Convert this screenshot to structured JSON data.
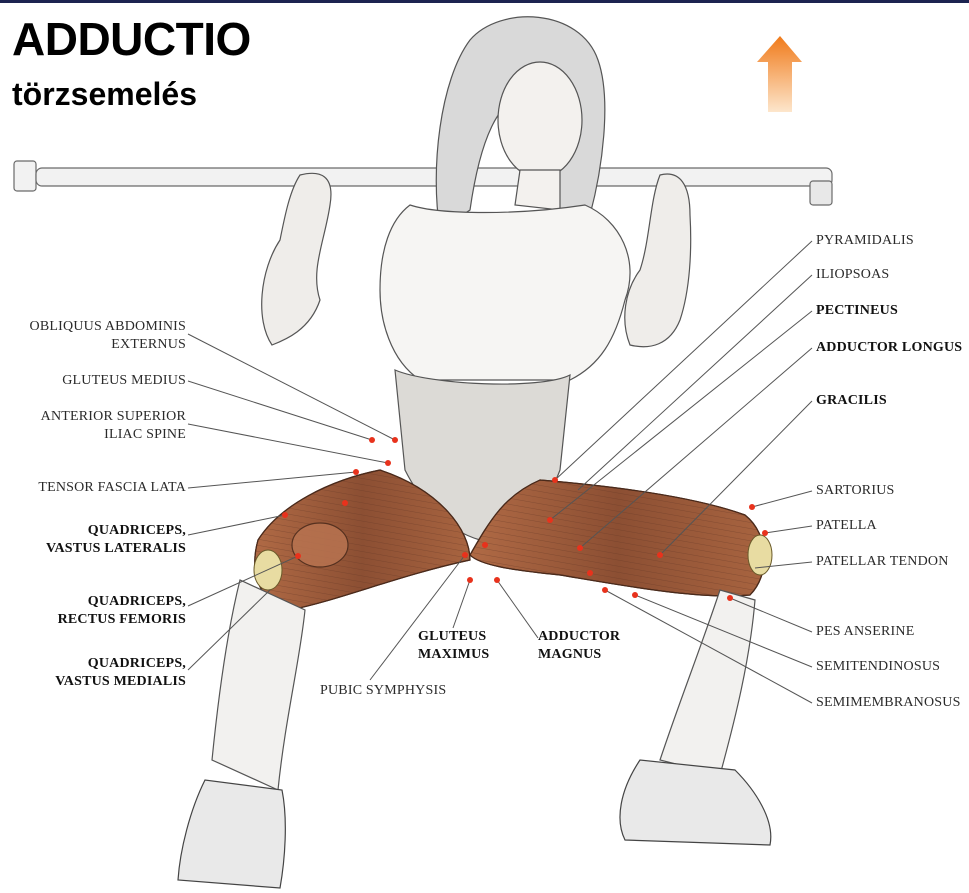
{
  "header": {
    "title": "ADDUCTIO",
    "subtitle": "törzsemelés"
  },
  "colors": {
    "arrow": "#f07a1a",
    "muscle": "#9a5a3c",
    "marker": "#e8321c",
    "label_lines": "#555555"
  },
  "icons": {
    "direction_arrow": "arrow-up-icon"
  },
  "labels": {
    "obliquus": [
      "OBLIQUUS ABDOMINIS",
      "EXTERNUS"
    ],
    "gluteus_medius": "GLUTEUS MEDIUS",
    "anterior_superior": [
      "ANTERIOR SUPERIOR",
      "ILIAC SPINE"
    ],
    "tensor": "TENSOR FASCIA LATA",
    "quad_lateralis": [
      "QUADRICEPS,",
      "VASTUS LATERALIS"
    ],
    "quad_rectus": [
      "QUADRICEPS,",
      "RECTUS FEMORIS"
    ],
    "quad_medialis": [
      "QUADRICEPS,",
      "VASTUS MEDIALIS"
    ],
    "pubic": "PUBIC SYMPHYSIS",
    "gluteus_maximus": [
      "GLUTEUS",
      "MAXIMUS"
    ],
    "adductor_magnus": [
      "ADDUCTOR",
      "MAGNUS"
    ],
    "pyramidalis": "PYRAMIDALIS",
    "iliopsoas": "ILIOPSOAS",
    "pectineus": "PECTINEUS",
    "adductor_longus": "ADDUCTOR LONGUS",
    "gracilis": "GRACILIS",
    "sartorius": "SARTORIUS",
    "patella": "PATELLA",
    "patellar_tendon": "PATELLAR TENDON",
    "pes_anserine": "PES ANSERINE",
    "semitendinosus": "SEMITENDINOSUS",
    "semimembranosus": "SEMIMEMBRANOSUS"
  }
}
